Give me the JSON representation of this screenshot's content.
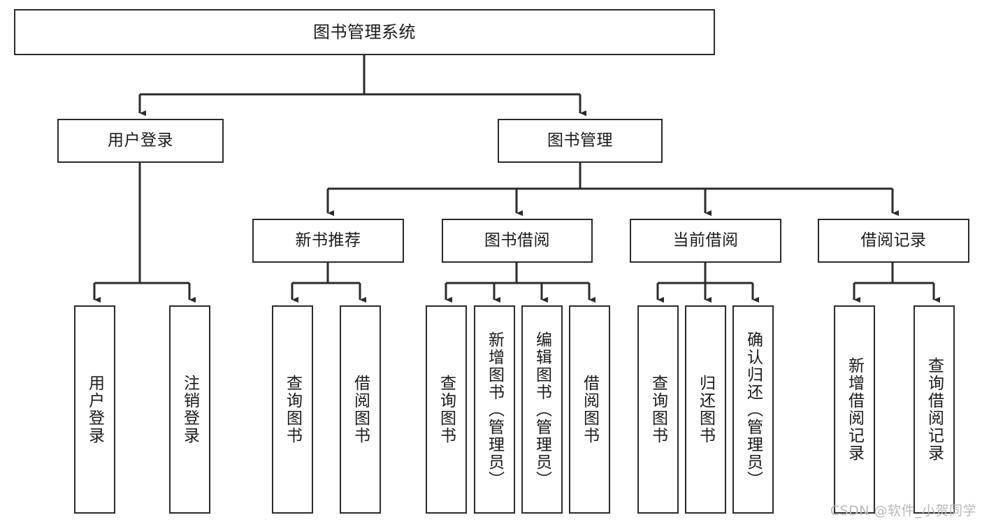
{
  "diagram": {
    "title": "图书管理系统",
    "type": "tree",
    "watermark": "CSDN @软件_小贺同学",
    "colors": {
      "box_border": "#2b2b2b",
      "box_fill": "#ffffff",
      "connector": "#2b2b2b",
      "text": "#1a1a1a",
      "watermark": "#b9b9b9",
      "canvas": "#ffffff"
    },
    "root": {
      "label": "图书管理系统"
    },
    "level2": [
      {
        "label": "用户登录"
      },
      {
        "label": "图书管理"
      }
    ],
    "level3": [
      {
        "label": "新书推荐"
      },
      {
        "label": "图书借阅"
      },
      {
        "label": "当前借阅"
      },
      {
        "label": "借阅记录"
      }
    ],
    "leaves": {
      "user_login": [
        {
          "label": "用户登录"
        },
        {
          "label": "注销登录"
        }
      ],
      "new_book_recommend": [
        {
          "label": "查询图书"
        },
        {
          "label": "借阅图书"
        }
      ],
      "book_borrow": [
        {
          "label": "查询图书"
        },
        {
          "label": "新增图书（管理员）"
        },
        {
          "label": "编辑图书（管理员）"
        },
        {
          "label": "借阅图书"
        }
      ],
      "current_borrow": [
        {
          "label": "查询图书"
        },
        {
          "label": "归还图书"
        },
        {
          "label": "确认归还（管理员）"
        }
      ],
      "borrow_record": [
        {
          "label": "新增借阅记录"
        },
        {
          "label": "查询借阅记录"
        }
      ]
    }
  }
}
